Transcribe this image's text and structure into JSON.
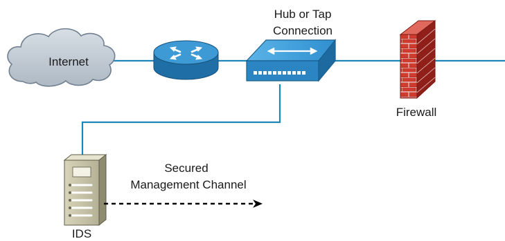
{
  "diagram": {
    "nodes": {
      "internet": {
        "label": "Internet"
      },
      "router": {
        "label": ""
      },
      "hub": {
        "label_line1": "Hub or Tap",
        "label_line2": "Connection"
      },
      "firewall": {
        "label": "Firewall"
      },
      "ids": {
        "label": "IDS"
      }
    },
    "management_channel": {
      "label_line1": "Secured",
      "label_line2": "Management Channel"
    },
    "colors": {
      "link_line": "#1a87b8",
      "cloud_fill": "#c6cfd8",
      "router_fill": "#2e8bc6",
      "switch_fill": "#3b9bd6",
      "firewall_brick": "#c0392b",
      "ids_body": "#c9c5a8",
      "dashed_line": "#000000"
    },
    "icons": {
      "internet": "cloud-icon",
      "router": "router-icon",
      "hub": "hub-switch-icon",
      "firewall": "firewall-icon",
      "ids": "server-icon"
    }
  }
}
